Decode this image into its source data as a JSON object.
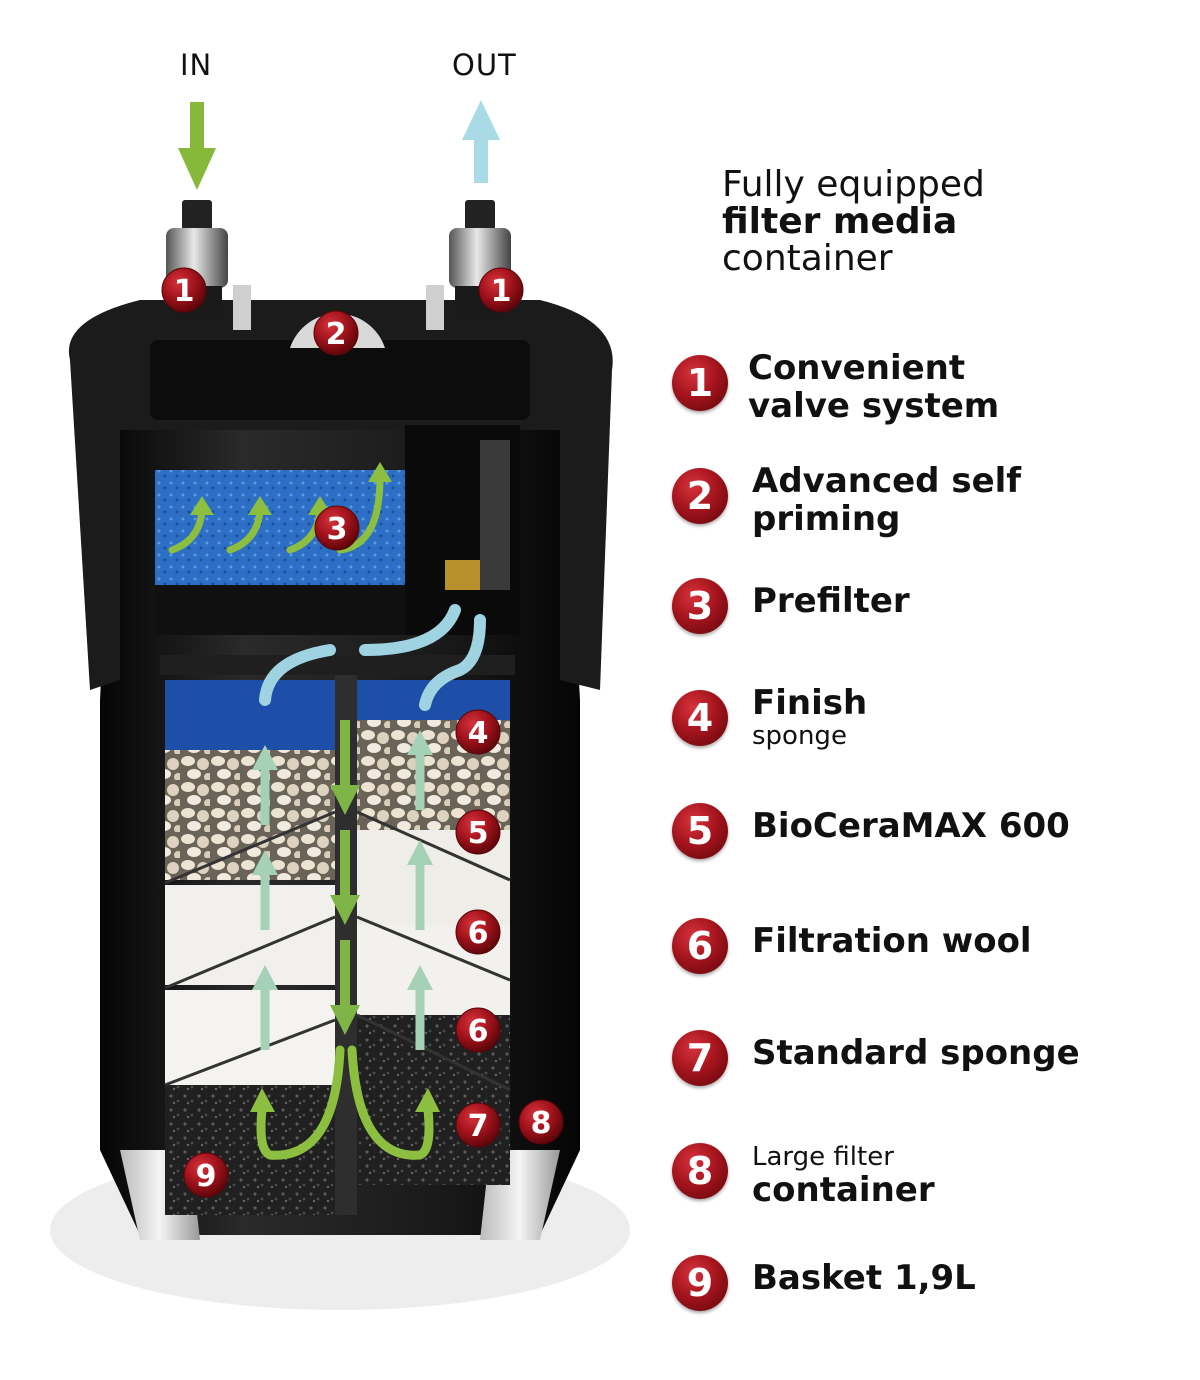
{
  "flow": {
    "in_label": "IN",
    "out_label": "OUT"
  },
  "headline": {
    "line1": "Fully equipped",
    "line2": "filter media",
    "line3": "container"
  },
  "legend": [
    {
      "num": "1",
      "line1": "Convenient",
      "line2": "valve system"
    },
    {
      "num": "2",
      "line1": "Advanced self",
      "line2": "priming"
    },
    {
      "num": "3",
      "line1": "Prefilter"
    },
    {
      "num": "4",
      "line1": "Finish",
      "line2_small": "sponge"
    },
    {
      "num": "5",
      "line1": "BioCeraMAX 600"
    },
    {
      "num": "6",
      "line1": "Filtration wool"
    },
    {
      "num": "7",
      "line1": "Standard sponge"
    },
    {
      "num": "8",
      "line1_small": "Large filter",
      "line2": "container"
    },
    {
      "num": "9",
      "line1": "Basket 1,9L"
    }
  ],
  "callouts": [
    "1",
    "1",
    "2",
    "3",
    "4",
    "5",
    "6",
    "6",
    "7",
    "8",
    "9"
  ],
  "colors": {
    "badge": "#b01822",
    "in_arrow": "#86b83a",
    "out_arrow": "#a9dbe7",
    "housing": "#141414",
    "finish_sponge": "#1d4fa8",
    "prefilter": "#2d6fc4",
    "wool": "#f2f1ed",
    "ceramic": "#e6dccb",
    "standard_sponge": "#242424"
  }
}
